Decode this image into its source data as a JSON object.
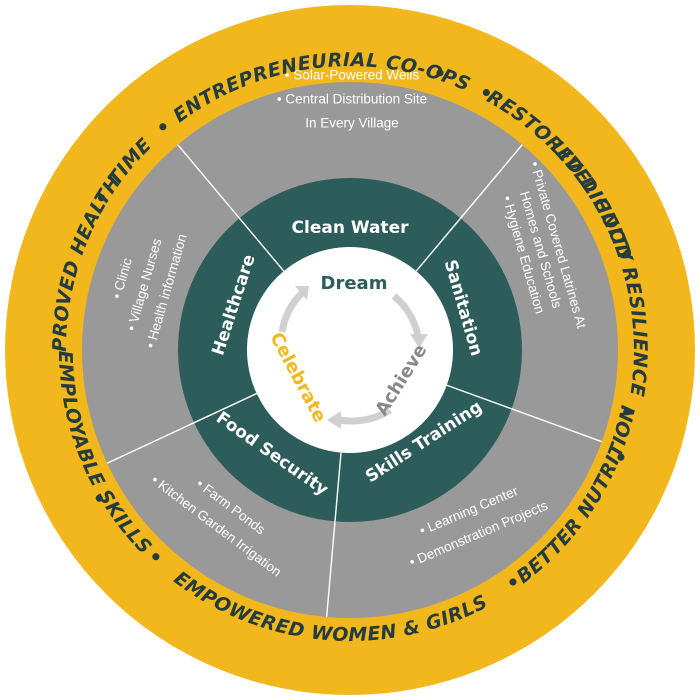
{
  "colors": {
    "ring": "#f1b71c",
    "ring_text": "#243c3d",
    "wedge": "#999999",
    "wedge_line": "#ffffff",
    "teal": "#2c5d5a",
    "teal_text": "#ffffff",
    "detail_text": "#ffffff",
    "center_bg": "#ffffff",
    "dream_text": "#2c5d5a",
    "achieve_text": "#888888",
    "celebrate_text": "#f1b71c",
    "arrow": "#d6d6d6"
  },
  "outcomes": [
    "ENTREPRENEURIAL CO-OPS",
    "RESTORED DIGNITY",
    "LIVELIHOOD RESILIENCE",
    "BETTER NUTRITION",
    "EMPOWERED WOMEN & GIRLS",
    "EMPLOYABLE SKILLS",
    "IMPROVED HEALTH",
    "TIME"
  ],
  "separator": "•",
  "programs": [
    {
      "name": "Clean Water",
      "details": [
        "• Solar-Powered Wells",
        "• Central Distribution Site",
        "In Every Village"
      ]
    },
    {
      "name": "Sanitation",
      "details": [
        "• Private Covered Latrines At",
        "Homes and Schools",
        "• Hygiene Education"
      ]
    },
    {
      "name": "Skills Training",
      "details": [
        "• Learning Center",
        "• Demonstration Projects"
      ]
    },
    {
      "name": "Food Security",
      "details": [
        "• Farm Ponds",
        "• Kitchen Garden Irrigation"
      ]
    },
    {
      "name": "Healthcare",
      "details": [
        "• Clinic",
        "• Village Nurses",
        "• Health information"
      ]
    }
  ],
  "cycle": {
    "dream": "Dream",
    "achieve": "Achieve",
    "celebrate": "Celebrate"
  }
}
